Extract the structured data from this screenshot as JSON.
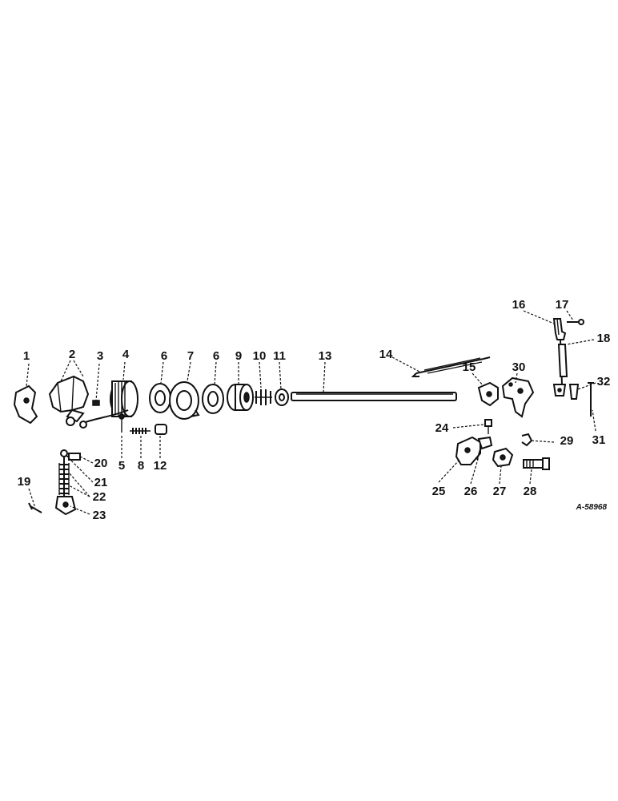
{
  "diagram": {
    "reference": "A-58968",
    "callouts": [
      "1",
      "2",
      "3",
      "4",
      "5",
      "6",
      "7",
      "6",
      "9",
      "10",
      "11",
      "13",
      "14",
      "15",
      "30",
      "16",
      "17",
      "18",
      "32",
      "31",
      "29",
      "24",
      "25",
      "26",
      "27",
      "28",
      "8",
      "12",
      "20",
      "21",
      "22",
      "19",
      "23"
    ]
  }
}
